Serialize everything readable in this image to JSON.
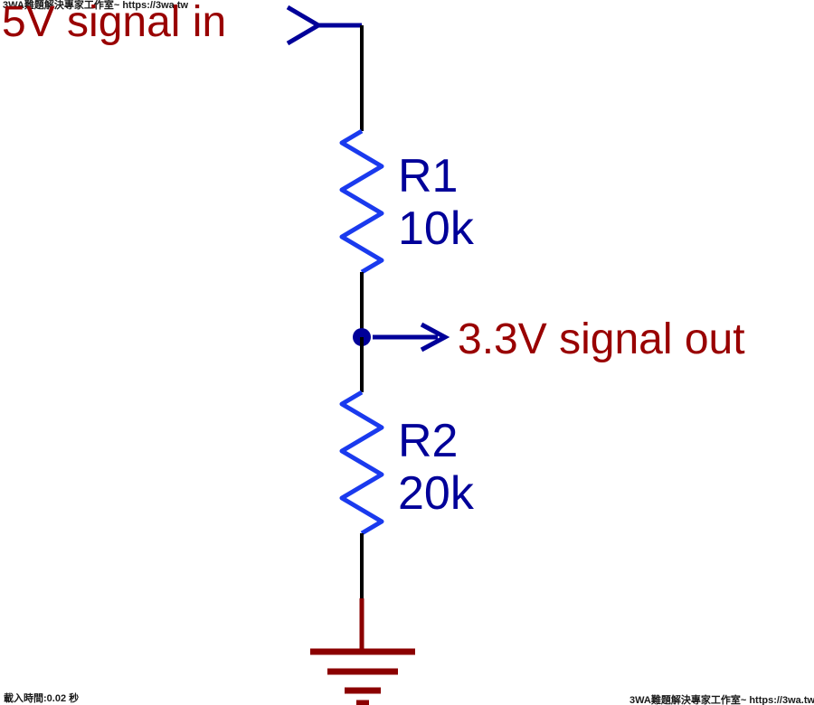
{
  "colors": {
    "background": "#ffffff",
    "wire": "#000000",
    "resistor": "#1a3aee",
    "label": "#000099",
    "signal_text": "#990000",
    "ground": "#8b0000",
    "watermark": "#1a1a1a"
  },
  "schematic": {
    "input_label": "5V signal in",
    "output_label": "3.3V signal out",
    "r1": {
      "name": "R1",
      "value": "10k"
    },
    "r2": {
      "name": "R2",
      "value": "20k"
    }
  },
  "watermarks": {
    "site_top": "3WA難題解決專家工作室~ https://3wa.tw",
    "site_bottom": "3WA難題解決專家工作室~ https://3wa.tw",
    "load_time": "載入時間:0.02 秒"
  }
}
